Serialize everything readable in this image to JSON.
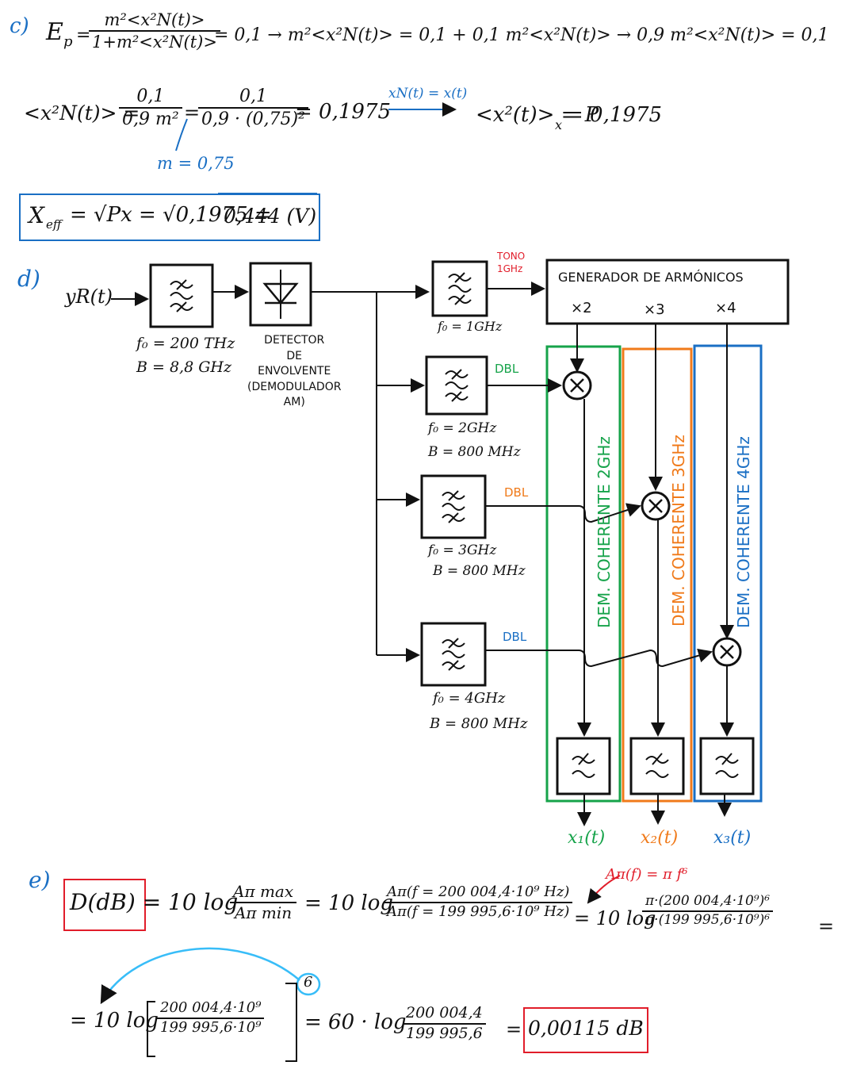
{
  "section_c": {
    "label": "c)",
    "ep_lhs": "E",
    "ep_sub": "p",
    "ep_eq": "=",
    "frac1_num": "m²<x²N(t)>",
    "frac1_den": "1+m²<x²N(t)>",
    "eq1_rest": "= 0,1 → m²<x²N(t)> = 0,1 + 0,1 m²<x²N(t)> → 0,9 m²<x²N(t)> = 0,1",
    "line2_lhs": "<x²N(t)> =",
    "frac2_num": "0,1",
    "frac2_den": "0,9 m²",
    "eq_sign": "=",
    "frac3_num": "0,1",
    "frac3_den": "0,9 · (0,75)²",
    "line2_result": "= 0,1975",
    "arrow_label": "xN(t) = x(t)",
    "line2_rhs": "<x²(t)> = P",
    "line2_rhs_sub": "x",
    "line2_rhs_val": "= 0,1975",
    "m_note": "m = 0,75",
    "xeff_lhs": "X",
    "xeff_sub": "eff",
    "xeff_mid": "= √Px = √0,1975 =",
    "xeff_result": "0,444 (V)"
  },
  "section_d": {
    "label": "d)",
    "input": "yR(t)",
    "bpf1_params": [
      "f₀ = 200 THz",
      "B = 8,8 GHz"
    ],
    "detector_label": [
      "DETECTOR",
      "DE",
      "ENVOLVENTE",
      "(DEMODULADOR",
      "AM)"
    ],
    "tono_label": [
      "TONO",
      "1GHz"
    ],
    "gen_label": "GENERADOR DE ARMÓNICOS",
    "harmonics": [
      "×2",
      "×3",
      "×4"
    ],
    "filter_1": "f₀ = 1GHz",
    "filter_2": [
      "f₀ = 2GHz",
      "B = 800 MHz"
    ],
    "filter_3": [
      "f₀ = 3GHz",
      "B = 800 MHz"
    ],
    "filter_4": [
      "f₀ = 4GHz",
      "B = 800 MHz"
    ],
    "dbl": "DBL",
    "dem_green": "DEM. COHERENTE 2GHz",
    "dem_orange": "DEM. COHERENTE 3GHz",
    "dem_blue": "DEM. COHERENTE 4GHz",
    "out_1": "x₁(t)",
    "out_2": "x₂(t)",
    "out_3": "x₃(t)"
  },
  "section_e": {
    "label": "e)",
    "d_label": "D(dB) = 10 log",
    "frac_a_num": "Aπ max",
    "frac_a_den": "Aπ min",
    "eq_b": "= 10 log",
    "frac_b_num": "Aπ(f = 200 004,4·10⁹ Hz)",
    "frac_b_den": "Aπ(f = 199 995,6·10⁹ Hz)",
    "eq_c": "= 10 log",
    "frac_c_num": "π·(200 004,4·10⁹)⁶",
    "frac_c_den": "π·(199 995,6·10⁹)⁶",
    "trail_eq": "=",
    "attn_formula": "Aπ(f) = π f⁶",
    "line2_start": "= 10 log",
    "bracket_num": "200 004,4·10⁹",
    "bracket_den": "199 995,6·10⁹",
    "exponent": "6",
    "eq_d": "= 60 · log",
    "frac_d_num": "200 004,4",
    "frac_d_den": "199 995,6",
    "final_eq": "=",
    "final": "0,00115 dB"
  },
  "colors": {
    "ink": "#111111",
    "blue": "#1a6fc4",
    "green": "#16a34a",
    "orange": "#f07a1a",
    "red": "#e11d2a"
  }
}
